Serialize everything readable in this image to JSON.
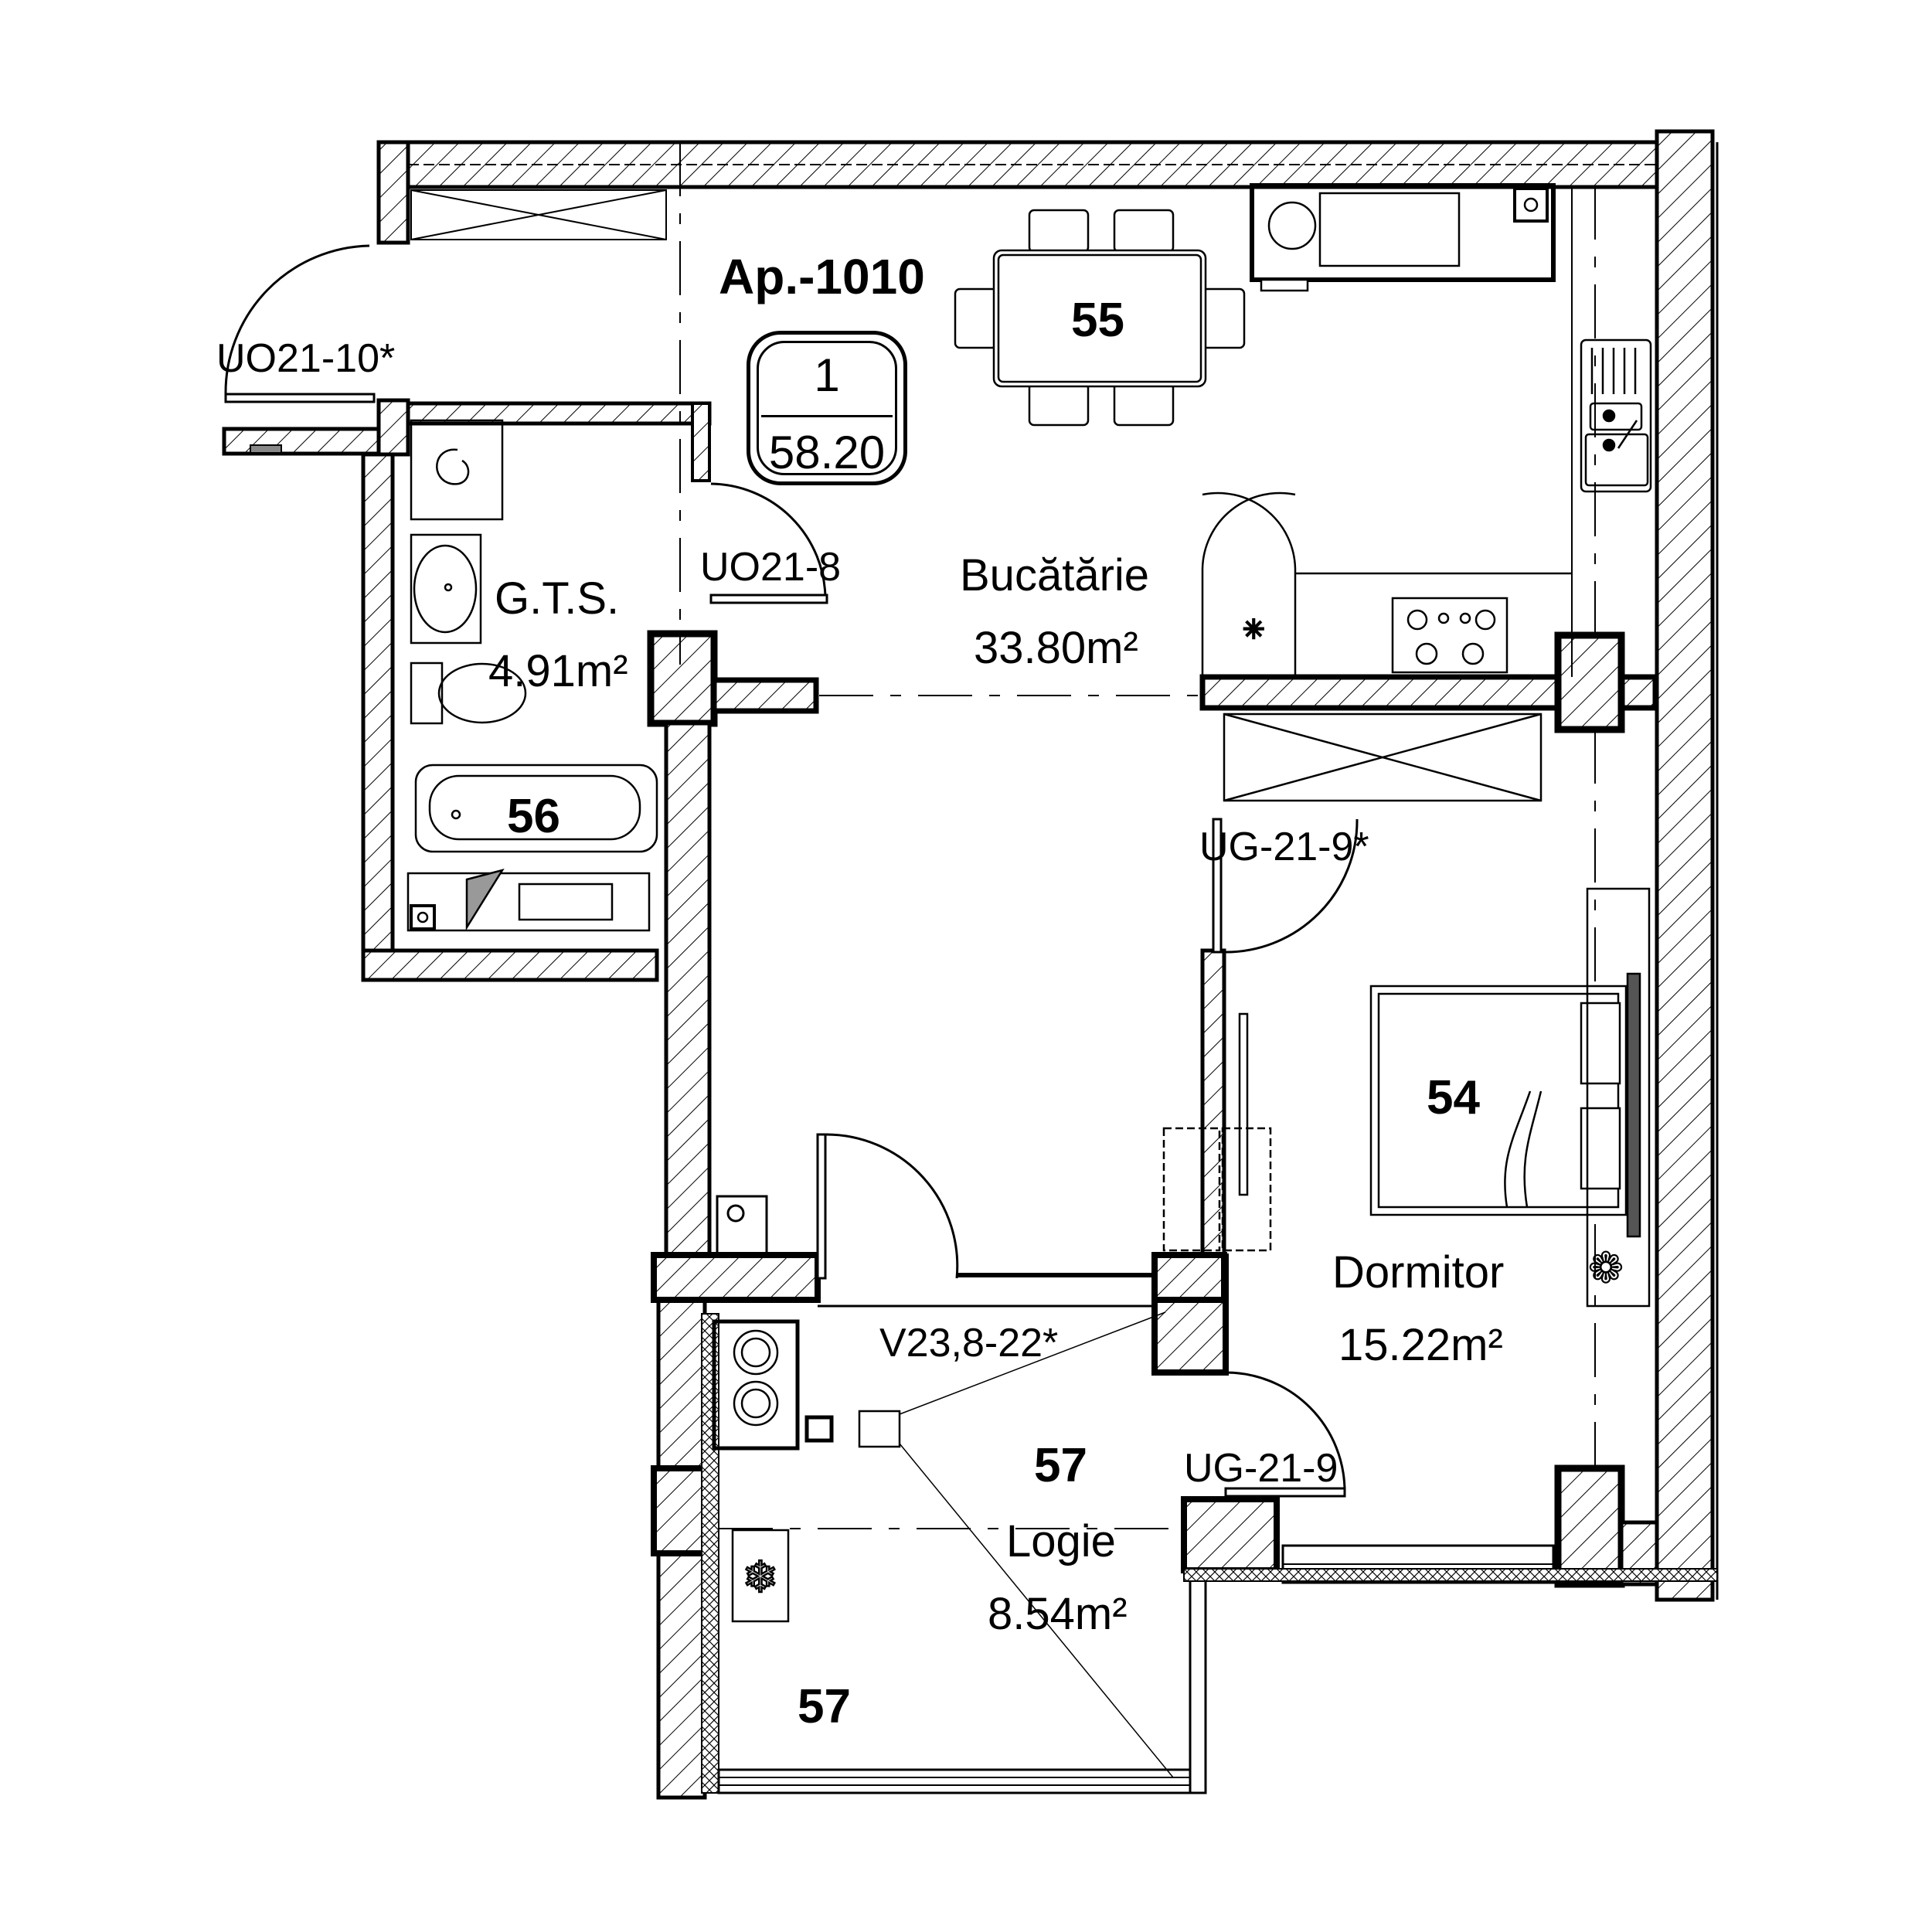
{
  "apartment": {
    "title": "Ap.-1010",
    "badge_rooms": "1",
    "badge_area": "58.20"
  },
  "rooms": {
    "kitchen": {
      "name": "Bucătărie",
      "area": "33.80m²"
    },
    "bathroom": {
      "name": "G.T.S.",
      "area": "4.91m²"
    },
    "bedroom": {
      "name": "Dormitor",
      "area": "15.22m²"
    },
    "loggia": {
      "name": "Logie",
      "area": "8.54m²"
    }
  },
  "furniture_tags": {
    "dining_table": "55",
    "bathtub": "56",
    "bed": "54",
    "loggia_window": "57",
    "loggia_floor": "57"
  },
  "openings": {
    "entrance_door": "UO21-10*",
    "bathroom_door": "UO21-8",
    "bedroom_door_top": "UG-21-9*",
    "bedroom_door_bottom": "UG-21-9",
    "loggia_window": "V23,8-22*"
  },
  "colors": {
    "line": "#000000",
    "hatch": "#000000",
    "fill": "#ffffff",
    "grey": "#999999"
  }
}
